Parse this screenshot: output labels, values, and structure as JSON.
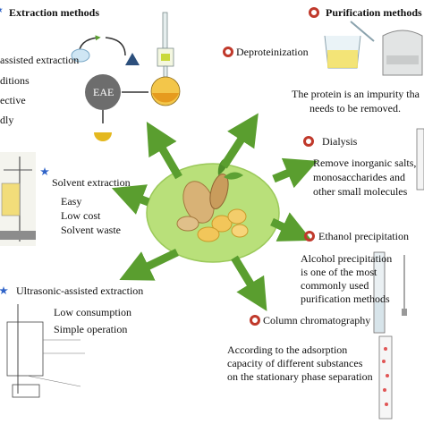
{
  "extraction": {
    "heading": "Extraction methods",
    "eae_label": "EAE",
    "eae_points": [
      "assisted extraction",
      "ditions",
      "ective",
      "dly"
    ],
    "solvent": {
      "title": "Solvent extraction",
      "points": [
        "Easy",
        "Low cost",
        "Solvent waste"
      ]
    },
    "ultrasonic": {
      "title": "Ultrasonic-assisted extraction",
      "points": [
        "Low consumption",
        "Simple operation"
      ]
    }
  },
  "purification": {
    "heading": "Purification methods",
    "deproteinization": {
      "title": "Deproteinization",
      "lines": [
        "The protein is an impurity tha",
        "needs to be removed."
      ]
    },
    "dialysis": {
      "title": "Dialysis",
      "lines": [
        "Remove inorganic salts,",
        "monosaccharides and",
        "other small molecules"
      ]
    },
    "ethanol": {
      "title": "Ethanol precipitation",
      "lines": [
        "Alcohol precipitation",
        "is one of the most",
        "commonly used",
        "purification methods"
      ]
    },
    "column": {
      "title": "Column chromatography",
      "lines": [
        "According to the adsorption",
        "capacity of different substances",
        "on the stationary phase separation"
      ]
    }
  },
  "colors": {
    "arrow": "#5a9e2f",
    "ellipse": "#b9e07a",
    "star": "#2f63c8",
    "ring": "#c0392b",
    "eae_circle": "#6d6d6d"
  },
  "icons": [
    "star-icon",
    "ring-icon",
    "arrow-icon",
    "ginger-illustration",
    "flask-apparatus",
    "beaker-illustration",
    "centrifuge-illustration",
    "dialysis-tube",
    "graduated-cylinder",
    "chromatography-column",
    "soxhlet-apparatus",
    "ultrasonic-apparatus"
  ]
}
